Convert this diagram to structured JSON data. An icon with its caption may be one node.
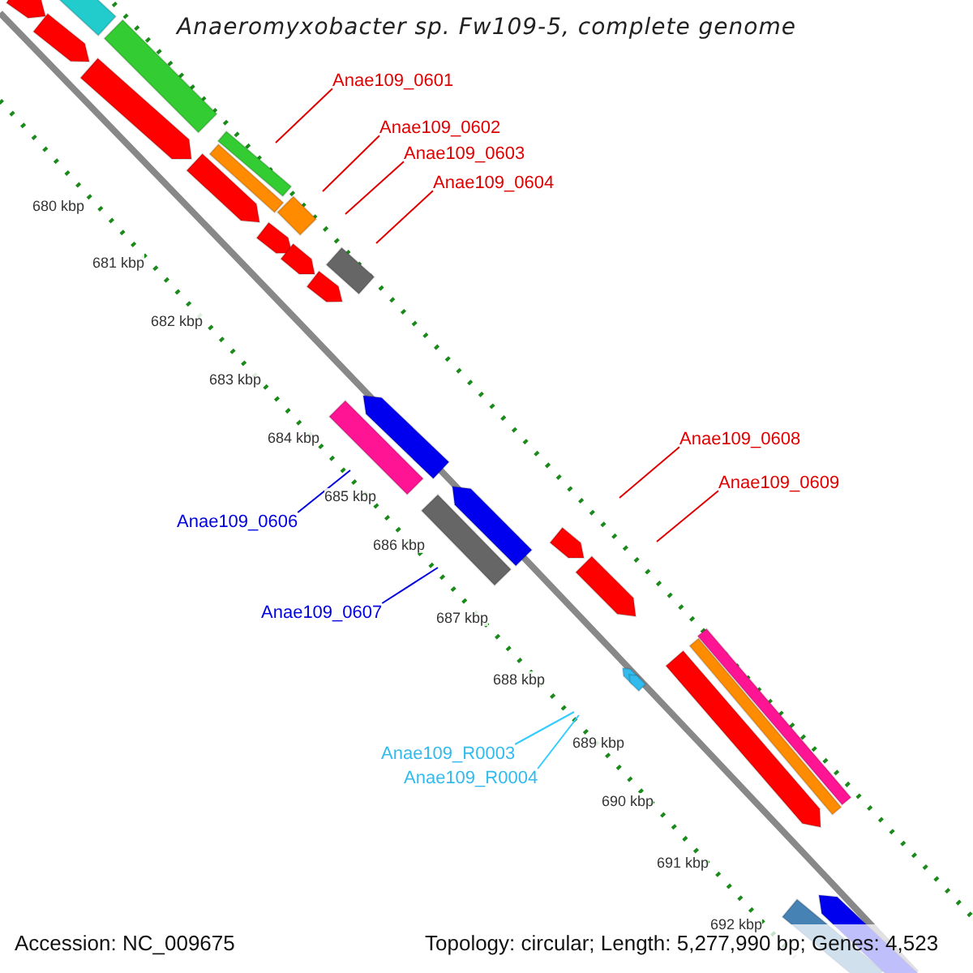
{
  "diagram": {
    "title": "Anaeromyxobacter sp. Fw109-5, complete genome",
    "nodes": [
      {
        "text": [
          "Anae109_0601"
        ]
      },
      {
        "text": [
          "Anae109_0602"
        ]
      },
      {
        "text": [
          "Anae109_0603"
        ]
      },
      {
        "text": [
          "Anae109_0604"
        ]
      },
      {
        "text": [
          "Anae109_0608"
        ]
      },
      {
        "text": [
          "Anae109_0609"
        ]
      },
      {
        "text": [
          "Anae109_0606"
        ]
      },
      {
        "text": [
          "Anae109_0607"
        ]
      },
      {
        "text": [
          "Anae109_R0003"
        ]
      },
      {
        "text": [
          "Anae109_R0004"
        ]
      }
    ],
    "edges": [
      {
        "from": 0,
        "to": null,
        "arrow": "none"
      },
      {
        "from": 1,
        "to": null,
        "arrow": "none"
      },
      {
        "from": 2,
        "to": null,
        "arrow": "none"
      },
      {
        "from": 3,
        "to": null,
        "arrow": "none"
      },
      {
        "from": 4,
        "to": null,
        "arrow": "none"
      },
      {
        "from": 5,
        "to": null,
        "arrow": "none"
      },
      {
        "from": 6,
        "to": null,
        "arrow": "none",
        "color": "#0000e0"
      },
      {
        "from": 7,
        "to": null,
        "arrow": "none",
        "color": "#0000e0"
      },
      {
        "from": 8,
        "to": null,
        "arrow": "none",
        "color": "#33ccff"
      },
      {
        "from": 9,
        "to": null,
        "arrow": "none",
        "color": "#33ccff"
      }
    ],
    "labels": [
      "680 kbp",
      "681 kbp",
      "682 kbp",
      "683 kbp",
      "684 kbp",
      "685 kbp",
      "686 kbp",
      "687 kbp",
      "688 kbp",
      "689 kbp",
      "690 kbp",
      "691 kbp",
      "692 kbp",
      "Accession: NC_009675",
      "Topology: circular; Length: 5,277,990 bp; Genes: 4,523"
    ]
  }
}
